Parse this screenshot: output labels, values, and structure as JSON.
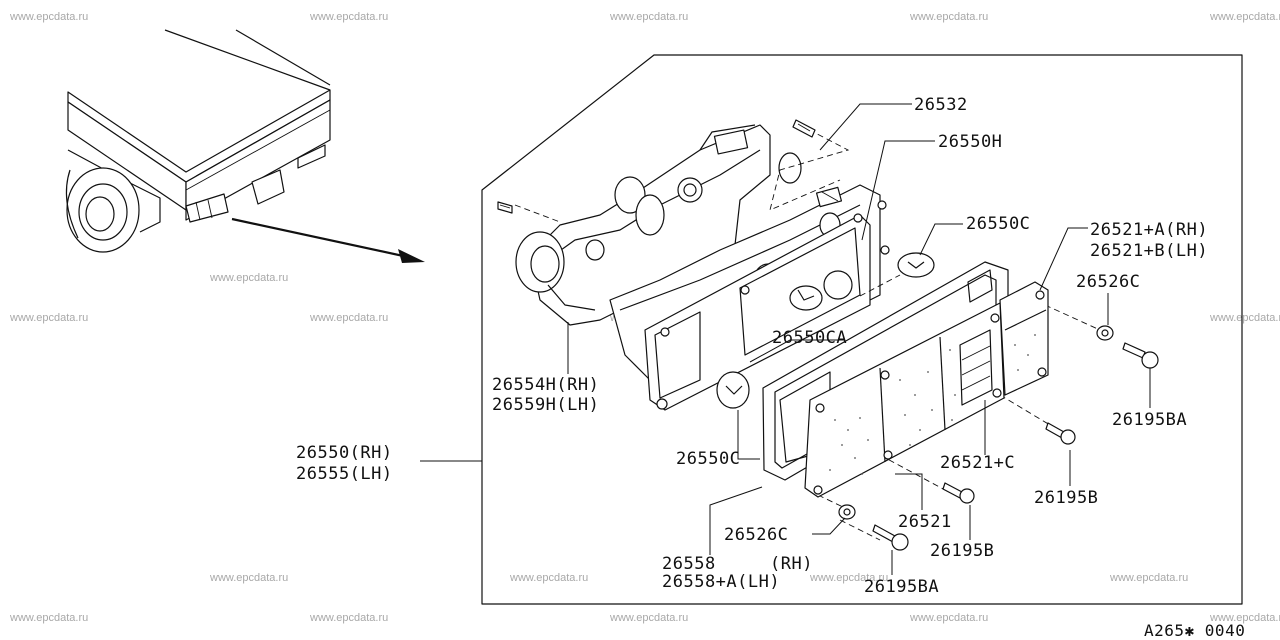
{
  "watermark": "www.epcdata.ru",
  "diagram_code": "A265✱ 0040",
  "labels": {
    "p26532": "26532",
    "p26550H": "26550H",
    "p26550C_top": "26550C",
    "p26521A": "26521+A(RH)",
    "p26521B": "26521+B(LH)",
    "p26526C_top": "26526C",
    "p26550CA": "26550CA",
    "p26554H": "26554H(RH)",
    "p26559H": "26559H(LH)",
    "p26195BA_right": "26195BA",
    "p26550RH": "26550(RH)",
    "p26555LH": "26555(LH)",
    "p26521C": "26521+C",
    "p26550C_bottom": "26550C",
    "p26195B_right": "26195B",
    "p26521": "26521",
    "p26526C_bottom": "26526C",
    "p26195B_bottom": "26195B",
    "p26558": "26558",
    "p26558_rh": "(RH)",
    "p26558A": "26558+A(LH)",
    "p26195BA_bottom": "26195BA"
  },
  "icons": {
    "truck": "truck-rear-icon",
    "lamp": "rear-combination-lamp-icon",
    "arrow": "direction-arrow-icon"
  }
}
